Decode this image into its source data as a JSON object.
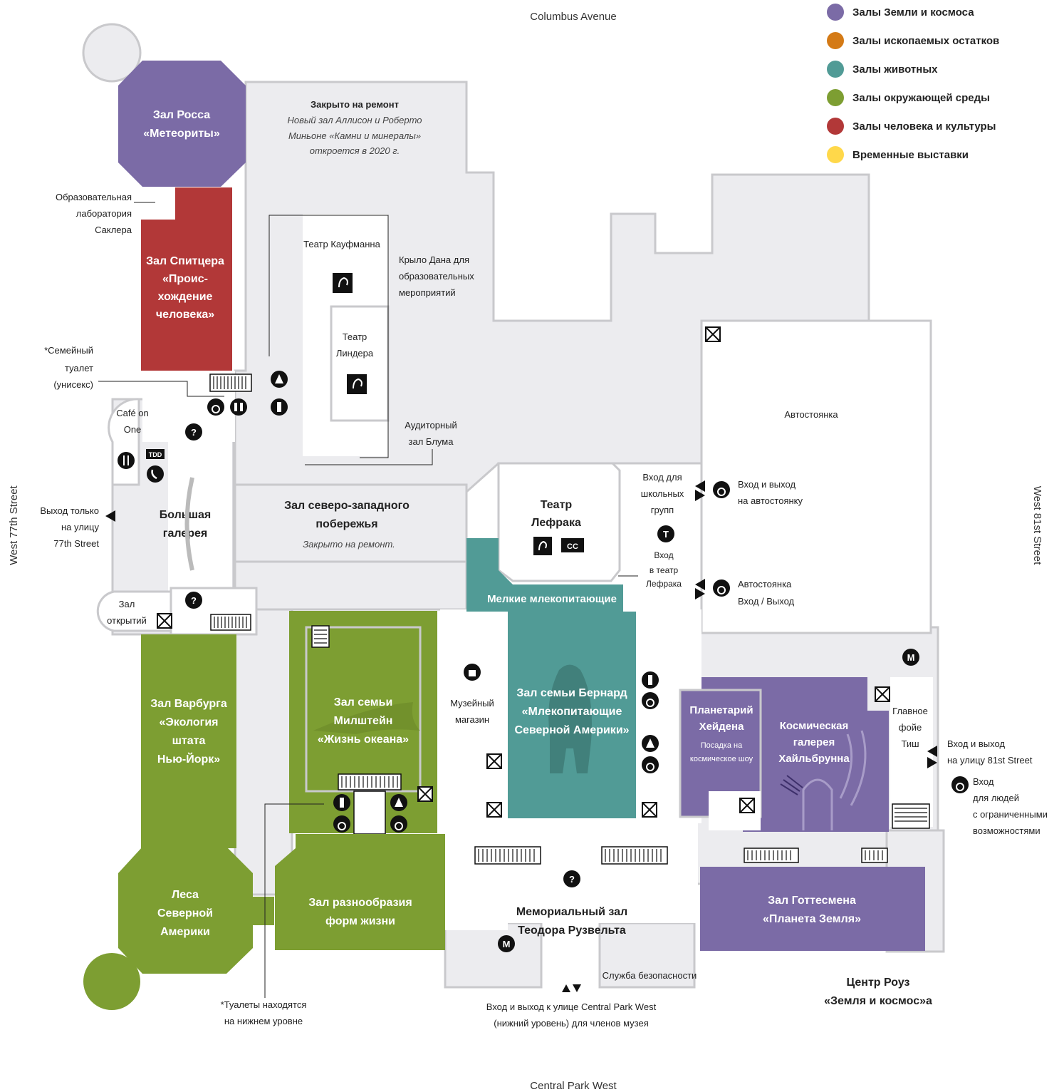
{
  "streets": {
    "north": "Columbus Avenue",
    "south": "Central Park West",
    "west": "West 77th Street",
    "east": "West 81st Street"
  },
  "legend": [
    {
      "label": "Залы Земли и космоса",
      "color": "#7b6ba6"
    },
    {
      "label": "Залы ископаемых остатков",
      "color": "#d47a16"
    },
    {
      "label": "Залы животных",
      "color": "#519b96"
    },
    {
      "label": "Залы окружающей среды",
      "color": "#7d9e32"
    },
    {
      "label": "Залы человека и культуры",
      "color": "#b23838"
    },
    {
      "label": "Временные выставки",
      "color": "#ffd84a"
    }
  ],
  "colors": {
    "earth_space": "#7b6ba6",
    "animals": "#519b96",
    "environment": "#7d9e32",
    "human_culture": "#b23838",
    "building": "#ececef",
    "wall": "#c9c9cc"
  },
  "halls": {
    "ross": [
      "Зал Росса",
      "«Метеориты»"
    ],
    "spitzer": [
      "Зал Спитцера",
      "«Проис-",
      "хождение",
      "человека»"
    ],
    "warburg": [
      "Зал Варбурга",
      "«Экология",
      "штата",
      "Нью-Йорк»"
    ],
    "forests": [
      "Леса",
      "Северной",
      "Америки"
    ],
    "milstein": [
      "Зал семьи",
      "Милштейн",
      "«Жизнь океана»"
    ],
    "biodiversity": [
      "Зал разнообразия",
      "форм жизни"
    ],
    "bernard": [
      "Зал семьи Бернард",
      "«Млекопитающие",
      "Северной Америки»"
    ],
    "small_mammals": "Мелкие млекопитающие",
    "hayden": [
      "Планетарий",
      "Хейдена"
    ],
    "hayden_sub": [
      "Посадка на",
      "космическое шоу"
    ],
    "heilbrunn": [
      "Космическая",
      "галерея",
      "Хайльбрунна"
    ],
    "gottesman": [
      "Зал Готтесмена",
      "«Планета  Земля»"
    ],
    "lefrak": [
      "Театр",
      "Лефрака"
    ],
    "nw_coast": [
      "Зал северо-западного",
      "побережья"
    ],
    "nw_coast_note": "Закрыто на ремонт.",
    "great_gallery": [
      "Большая",
      "галерея"
    ],
    "roosevelt": [
      "Мемориальный зал",
      "Теодора Рузвельта"
    ],
    "rose_center": [
      "Центр Роуз",
      "«Земля и космос»а"
    ]
  },
  "closed": {
    "title": "Закрыто на ремонт",
    "note": [
      "Новый зал Аллисон и Роберто",
      "Миньоне «Камни и минералы»",
      "откроется в 2020 г."
    ]
  },
  "labels": {
    "sackler": [
      "Образовательная",
      "лаборатория",
      "Саклера"
    ],
    "family_toilet": [
      "*Семейный",
      "туалет",
      "(унисекс)"
    ],
    "cafe": [
      "Café on",
      "One"
    ],
    "kaufmann": "Театр Кауфманна",
    "linder": [
      "Театр",
      "Линдера"
    ],
    "dana": [
      "Крыло Дана для",
      "образовательных",
      "мероприятий"
    ],
    "bloom": [
      "Аудиторный",
      "зал Блума"
    ],
    "exit77": [
      "Выход только",
      "на улицу",
      "77th Street"
    ],
    "cards": [
      "Зал",
      "открытий"
    ],
    "parking": "Автостоянка",
    "school": [
      "Вход для",
      "школьных",
      "групп"
    ],
    "parking_in": [
      "Вход и выход",
      "на автостоянку"
    ],
    "lefrak_in": [
      "Вход",
      "в театр",
      "Лефрака"
    ],
    "parking2": [
      "Автостоянка",
      "Вход  /  Выход"
    ],
    "shop": [
      "Музейный",
      "магазин"
    ],
    "tisch": [
      "Главное",
      "фойе",
      "Тиш"
    ],
    "exit81": [
      "Вход и выход",
      "на улицу 81st Street"
    ],
    "accessible": [
      "Вход",
      "для людей",
      "с ограниченными",
      "возможностями"
    ],
    "security": "Служба безопасности",
    "cpw_exit": [
      "Вход и выход к улице Central Park West",
      "(нижний уровень) для членов музея"
    ],
    "toilets_note": [
      "*Туалеты находятся",
      "на нижнем уровне"
    ]
  },
  "icons": {
    "info": "?",
    "tdd": "TDD",
    "cc": "CC",
    "metro": "M",
    "theater_t": "T"
  }
}
